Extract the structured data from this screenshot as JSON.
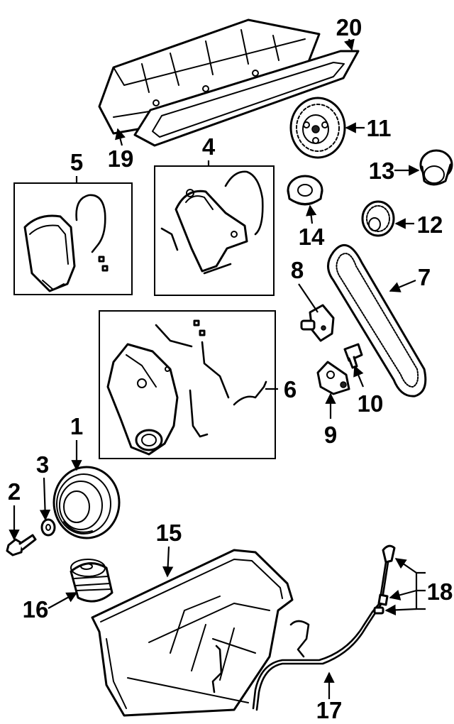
{
  "callouts": [
    {
      "id": "1",
      "text": "1"
    },
    {
      "id": "2",
      "text": "2"
    },
    {
      "id": "3",
      "text": "3"
    },
    {
      "id": "4",
      "text": "4"
    },
    {
      "id": "5",
      "text": "5"
    },
    {
      "id": "6",
      "text": "6"
    },
    {
      "id": "7",
      "text": "7"
    },
    {
      "id": "8",
      "text": "8"
    },
    {
      "id": "9",
      "text": "9"
    },
    {
      "id": "10",
      "text": "10"
    },
    {
      "id": "11",
      "text": "11"
    },
    {
      "id": "12",
      "text": "12"
    },
    {
      "id": "13",
      "text": "13"
    },
    {
      "id": "14",
      "text": "14"
    },
    {
      "id": "15",
      "text": "15"
    },
    {
      "id": "16",
      "text": "16"
    },
    {
      "id": "17",
      "text": "17"
    },
    {
      "id": "18",
      "text": "18"
    },
    {
      "id": "19",
      "text": "19"
    },
    {
      "id": "20",
      "text": "20"
    }
  ],
  "colors": {
    "ink": "#000000",
    "background": "#ffffff"
  }
}
